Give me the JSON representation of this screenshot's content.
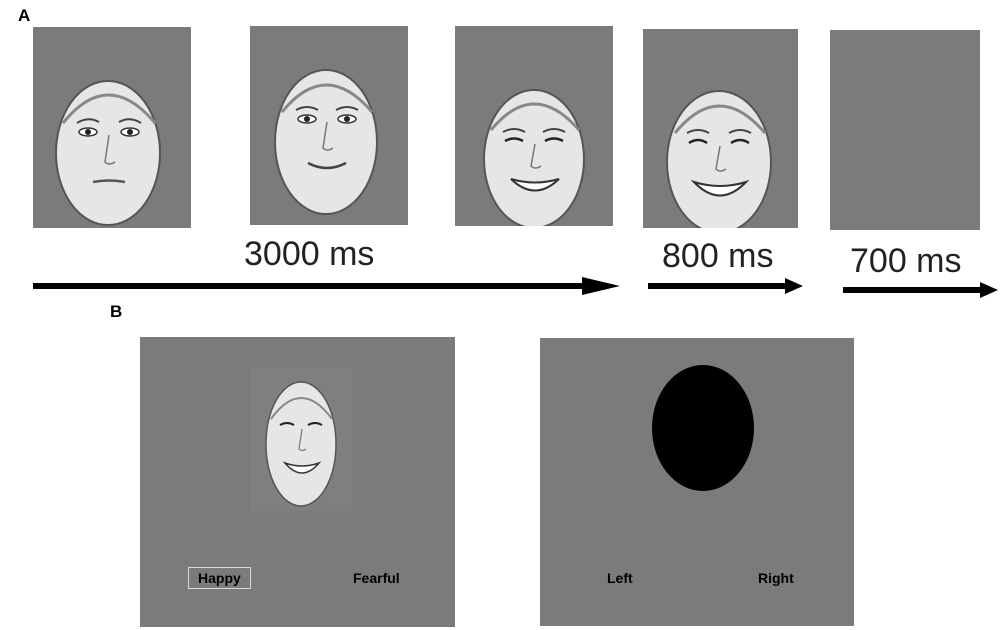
{
  "panel_a": {
    "letter": "A",
    "frames": [
      {
        "name": "neutral-face",
        "expression": 0.0
      },
      {
        "name": "slight-smile-face",
        "expression": 0.4
      },
      {
        "name": "smile-face",
        "expression": 0.8
      },
      {
        "name": "full-smile-face",
        "expression": 1.0
      },
      {
        "name": "blank-screen",
        "expression": null
      }
    ],
    "timings": [
      "3000 ms",
      "800 ms",
      "700 ms"
    ]
  },
  "panel_b": {
    "letter": "B",
    "emotion_screen": {
      "option_left": "Happy",
      "option_right": "Fearful"
    },
    "oval_screen": {
      "option_left": "Left",
      "option_right": "Right"
    }
  },
  "colors": {
    "screen_gray": "#7b7b7b",
    "arrow": "#000000",
    "oval": "#000000"
  }
}
